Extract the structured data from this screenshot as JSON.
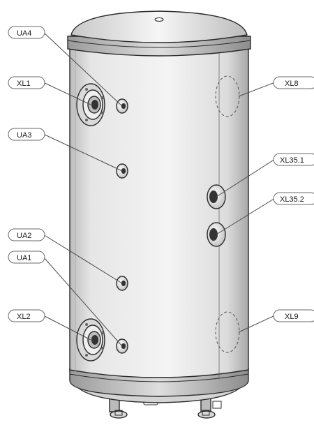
{
  "labels": {
    "ua4": "UA4",
    "xl1": "XL1",
    "ua3": "UA3",
    "ua2": "UA2",
    "ua1": "UA1",
    "xl2": "XL2",
    "xl8": "XL8",
    "xl35_1": "XL35.1",
    "xl35_2": "XL35.2",
    "xl9": "XL9"
  },
  "colors": {
    "body_light": "#f2f2f2",
    "body_shade": "#c9c9c9",
    "line": "#2a2a2a"
  }
}
